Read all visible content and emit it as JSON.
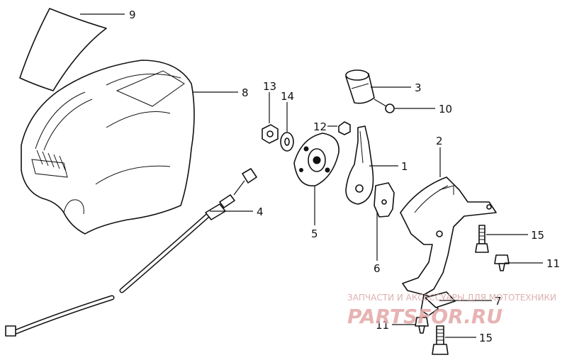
{
  "callouts": [
    "9",
    "8",
    "13",
    "14",
    "12",
    "3",
    "10",
    "1",
    "2",
    "4",
    "5",
    "6",
    "15",
    "11",
    "7",
    "11",
    "15"
  ],
  "watermark": {
    "line1": "ЗАПЧАСТИ И АКСЕССУАРЫ ДЛЯ МОТОТЕХНИКИ",
    "line2": "PARTSFOR.RU"
  }
}
